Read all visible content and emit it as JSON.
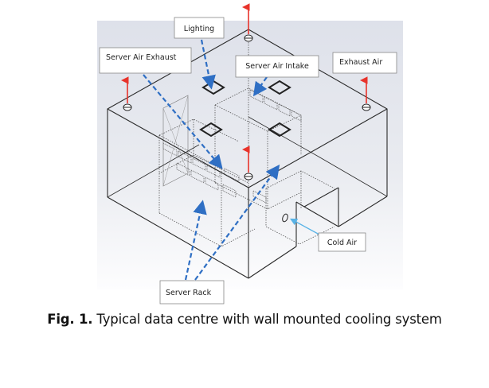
{
  "figure": {
    "caption_prefix": "Fig. 1.",
    "caption_text": " Typical data centre with wall mounted cooling system"
  },
  "labels": {
    "lighting": "Lighting",
    "server_air_exhaust": "Server Air Exhaust",
    "server_air_intake": "Server Air Intake",
    "exhaust_air": "Exhaust Air",
    "cold_air": "Cold Air",
    "server_rack": "Server Rack"
  },
  "colors": {
    "background_top": "#dde0e9",
    "background_bottom": "#ffffff",
    "outline": "#2a2a2a",
    "hidden_line": "#555555",
    "callout_arrow": "#2f6fc4",
    "airflow_arrow": "#e8332b",
    "cold_air_arrow": "#59b3e6"
  }
}
